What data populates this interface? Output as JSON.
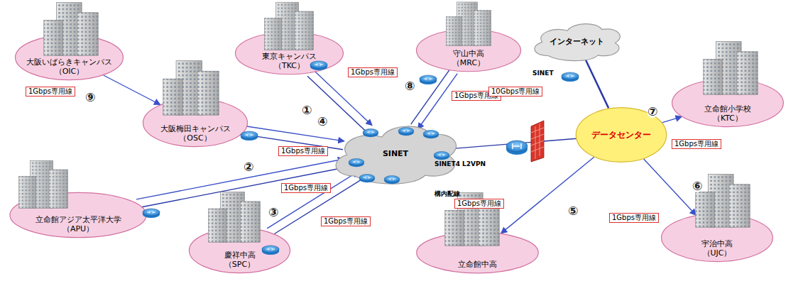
{
  "diagram": {
    "nodes": [
      {
        "text": [
          "大阪いばらきキャンパス",
          "（OIC）"
        ]
      },
      {
        "text": [
          "東京キャンパス",
          "（TKC）"
        ]
      },
      {
        "text": [
          "守山中高",
          "（MRC）"
        ]
      },
      {
        "text": [
          "インターネット"
        ]
      },
      {
        "text": [
          "立命館小学校",
          "（KTC）"
        ]
      },
      {
        "text": [
          "大阪梅田キャンパス",
          "（OSC）"
        ]
      },
      {
        "text": [
          "SINET"
        ]
      },
      {
        "text": [
          "データセンター"
        ]
      },
      {
        "text": [
          "立命館アジア太平洋大学",
          "（APU）"
        ]
      },
      {
        "text": [
          "慶祥中高",
          "（SPC）"
        ]
      },
      {
        "text": [
          "立命館中高"
        ]
      },
      {
        "text": [
          "宇治中高",
          "（UJC）"
        ]
      }
    ],
    "edges": [
      {
        "from": 0,
        "to": 5,
        "arrow": "to"
      },
      {
        "from": 5,
        "to": 6,
        "arrow": "to"
      },
      {
        "from": 5,
        "to": 6,
        "arrow": "none"
      },
      {
        "from": 1,
        "to": 6,
        "arrow": "to"
      },
      {
        "from": 1,
        "to": 6,
        "arrow": "none"
      },
      {
        "from": 2,
        "to": 6,
        "arrow": "to"
      },
      {
        "from": 2,
        "to": 6,
        "arrow": "none"
      },
      {
        "from": 8,
        "to": 6,
        "arrow": "to"
      },
      {
        "from": 8,
        "to": 6,
        "arrow": "none"
      },
      {
        "from": 9,
        "to": 6,
        "arrow": "to"
      },
      {
        "from": 9,
        "to": 6,
        "arrow": "none"
      },
      {
        "from": 6,
        "to": 7,
        "arrow": "none"
      },
      {
        "from": 3,
        "to": 7,
        "arrow": "none"
      },
      {
        "from": 7,
        "to": 4,
        "arrow": "to"
      },
      {
        "from": 7,
        "to": 10,
        "arrow": "to"
      },
      {
        "from": 7,
        "to": 11,
        "arrow": "to"
      }
    ],
    "labels": [
      "⑨",
      "1Gbps専用線",
      "④",
      "1Gbps専用線",
      "⑧",
      "1Gbps専用線",
      "SINET",
      "10Gbps専用線",
      "①",
      "1Gbps専用線",
      "②",
      "1Gbps専用線",
      "③",
      "1Gbps専用線",
      "SINET4 L2VPN",
      "構内配線",
      "⑦",
      "1Gbps専用線",
      "⑤",
      "1Gbps専用線",
      "⑥",
      "1Gbps専用線"
    ]
  }
}
